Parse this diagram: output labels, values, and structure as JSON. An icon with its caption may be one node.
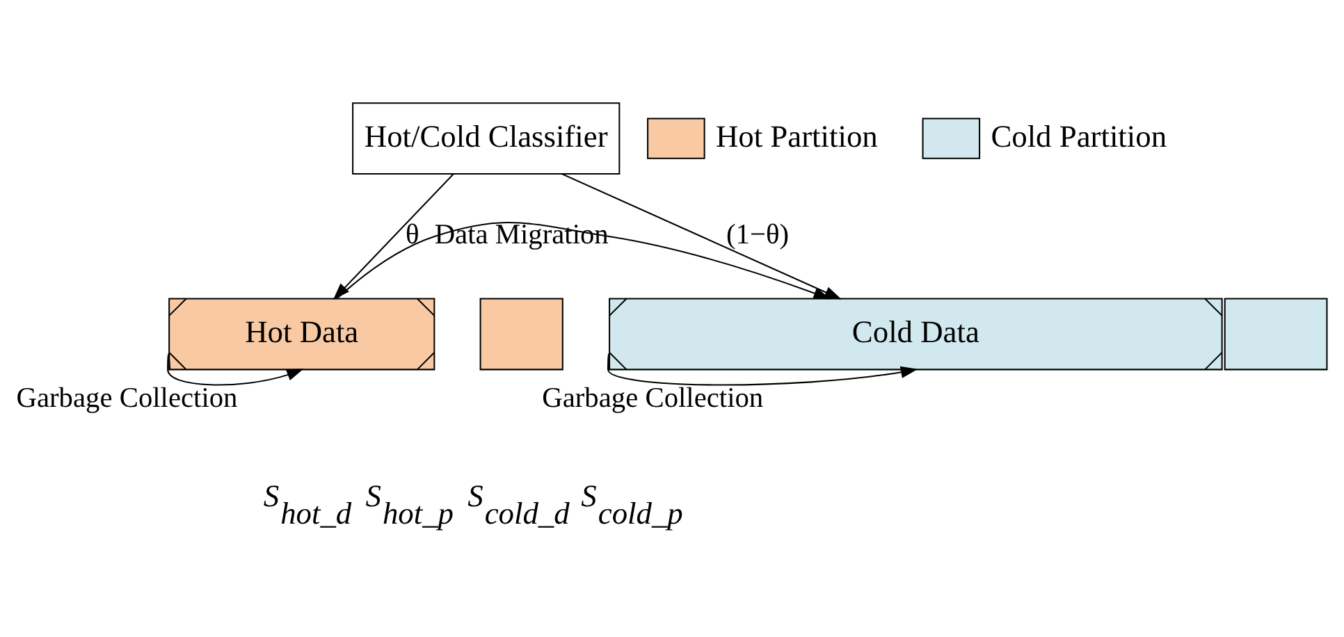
{
  "diagram": {
    "nodes": [
      {
        "text": [
          "Hot/Cold Classifier"
        ]
      },
      {
        "text": [
          "Hot Data"
        ]
      },
      {
        "text": [],
        "shape": "box"
      },
      {
        "text": [
          "Cold Data"
        ]
      },
      {
        "text": [],
        "shape": "box"
      }
    ],
    "edges": [
      {
        "from": 0,
        "to": 1,
        "arrow": "to",
        "label": "θ"
      },
      {
        "from": 0,
        "to": 3,
        "arrow": "to",
        "label": "(1−θ)"
      },
      {
        "from": 1,
        "to": 1,
        "arrow": "to",
        "label": "Garbage Collection"
      },
      {
        "from": 1,
        "to": 3,
        "arrow": "to",
        "label": "Data Migration"
      },
      {
        "from": 3,
        "to": 3,
        "arrow": "to",
        "label": "Garbage Collection"
      }
    ],
    "labels": [
      "S$_{hot_d}$",
      "S$_{hot_p}$",
      "S$_{cold_d}$",
      "S$_{cold_p}$"
    ],
    "legend": [
      {
        "text": "Hot Partition",
        "color": "#f8c9a3"
      },
      {
        "text": "Cold Partition",
        "color": "#d1e8ee"
      }
    ]
  }
}
